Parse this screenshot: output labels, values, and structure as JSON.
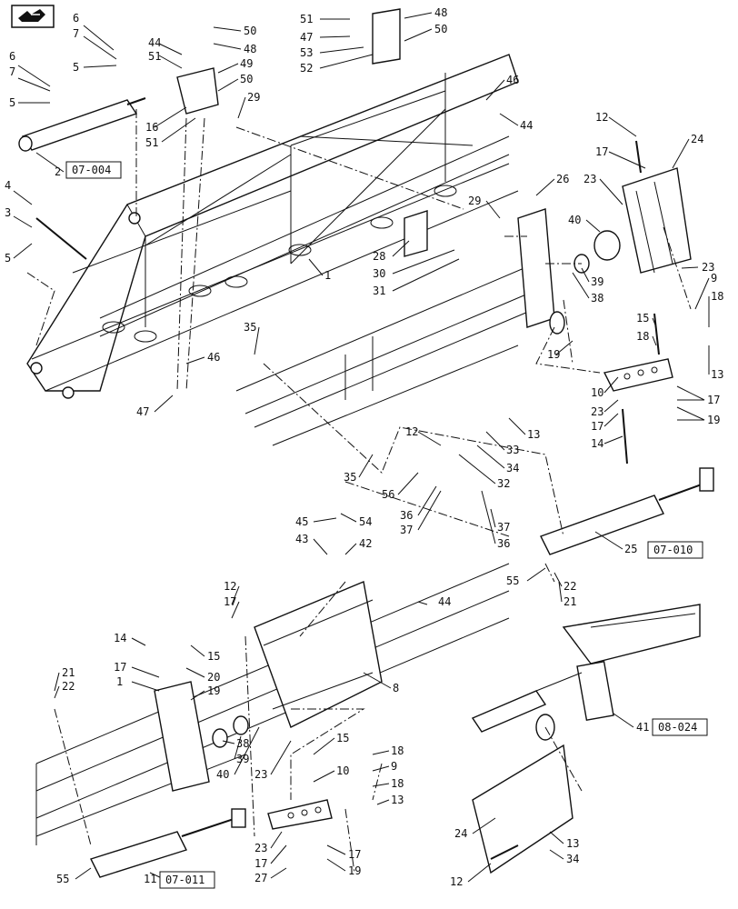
{
  "nav_icon": "page-back-arrow-icon",
  "callouts": {
    "c6a": "6",
    "c7a": "7",
    "c5a": "5",
    "c6b": "6",
    "c7b": "7",
    "c5b": "5",
    "c2": "2",
    "c4": "4",
    "c3": "3",
    "c5c": "5",
    "c44a": "44",
    "c51a": "51",
    "c16": "16",
    "c51b": "51",
    "c50a": "50",
    "c48a": "48",
    "c49": "49",
    "c50b": "50",
    "c29a": "29",
    "c51c": "51",
    "c47a": "47",
    "c53": "53",
    "c52": "52",
    "c48b": "48",
    "c50c": "50",
    "c46a": "46",
    "c44b": "44",
    "c1a": "1",
    "c28": "28",
    "c30": "30",
    "c31": "31",
    "c46b": "46",
    "c47b": "47",
    "c12a": "12",
    "c17a": "17",
    "c24a": "24",
    "c23a": "23",
    "c23b": "23",
    "c9a": "9",
    "c18a": "18",
    "c13a": "13",
    "c29b": "29",
    "c26": "26",
    "c40a": "40",
    "c39a": "39",
    "c38a": "38",
    "c15a": "15",
    "c18b": "18",
    "c19a": "19",
    "c10a": "10",
    "c23c": "23",
    "c17b": "17",
    "c14a": "14",
    "c17c": "17",
    "c19b": "19",
    "c35a": "35",
    "c12b": "12",
    "c13b": "13",
    "c33": "33",
    "c34a": "34",
    "c32": "32",
    "c35b": "35",
    "c56": "56",
    "c36a": "36",
    "c37a": "37",
    "c37b": "37",
    "c36b": "36",
    "c45": "45",
    "c54": "54",
    "c43": "43",
    "c42": "42",
    "c44c": "44",
    "c25": "25",
    "c55a": "55",
    "c22a": "22",
    "c21a": "21",
    "c12c": "12",
    "c17d": "17",
    "c14b": "14",
    "c15b": "15",
    "c17e": "17",
    "c20": "20",
    "c1b": "1",
    "c19c": "19",
    "c21b": "21",
    "c22b": "22",
    "c8": "8",
    "c38b": "38",
    "c39b": "39",
    "c40b": "40",
    "c23d": "23",
    "c15c": "15",
    "c10b": "10",
    "c18c": "18",
    "c9b": "9",
    "c18d": "18",
    "c13c": "13",
    "c23e": "23",
    "c17f": "17",
    "c27": "27",
    "c17g": "17",
    "c19d": "19",
    "c55b": "55",
    "c11": "11",
    "c41": "41",
    "c24b": "24",
    "c13d": "13",
    "c34b": "34",
    "c12d": "12"
  },
  "refs": {
    "r2": "07-004",
    "r25": "07-010",
    "r11": "07-011",
    "r41": "08-024"
  }
}
